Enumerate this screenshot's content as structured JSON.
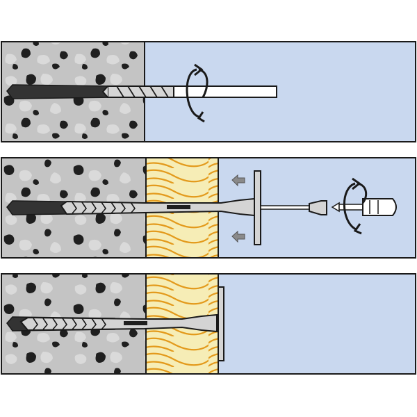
{
  "colors": {
    "background": "#ffffff",
    "outline": "#1a1a1a",
    "concrete_base": "#c4c4c4",
    "concrete_light": "#dadada",
    "concrete_dark": "#1f1f1f",
    "air_space": "#c9d8ef",
    "insulation_fill": "#f6edb6",
    "insulation_wave": "#e39a1c",
    "drill_hole": "#333333",
    "drill_bit": "#d6d6d6",
    "fixing_plastic": "#d4d4d4",
    "arrow_gray": "#8a8a8a"
  },
  "steps": [
    {
      "id": "drill-step",
      "layers": [
        "concrete",
        "air"
      ],
      "icons": [
        "rotation-arrow-icon",
        "drill-bit-icon"
      ]
    },
    {
      "id": "insert-step",
      "layers": [
        "concrete",
        "insulation",
        "air"
      ],
      "icons": [
        "push-arrow-icon",
        "push-arrow-icon",
        "rotation-arrow-icon",
        "screwdriver-bit-icon",
        "anchor-icon"
      ]
    },
    {
      "id": "fixed-step",
      "layers": [
        "concrete",
        "insulation",
        "air"
      ],
      "icons": [
        "anchor-icon"
      ]
    }
  ]
}
